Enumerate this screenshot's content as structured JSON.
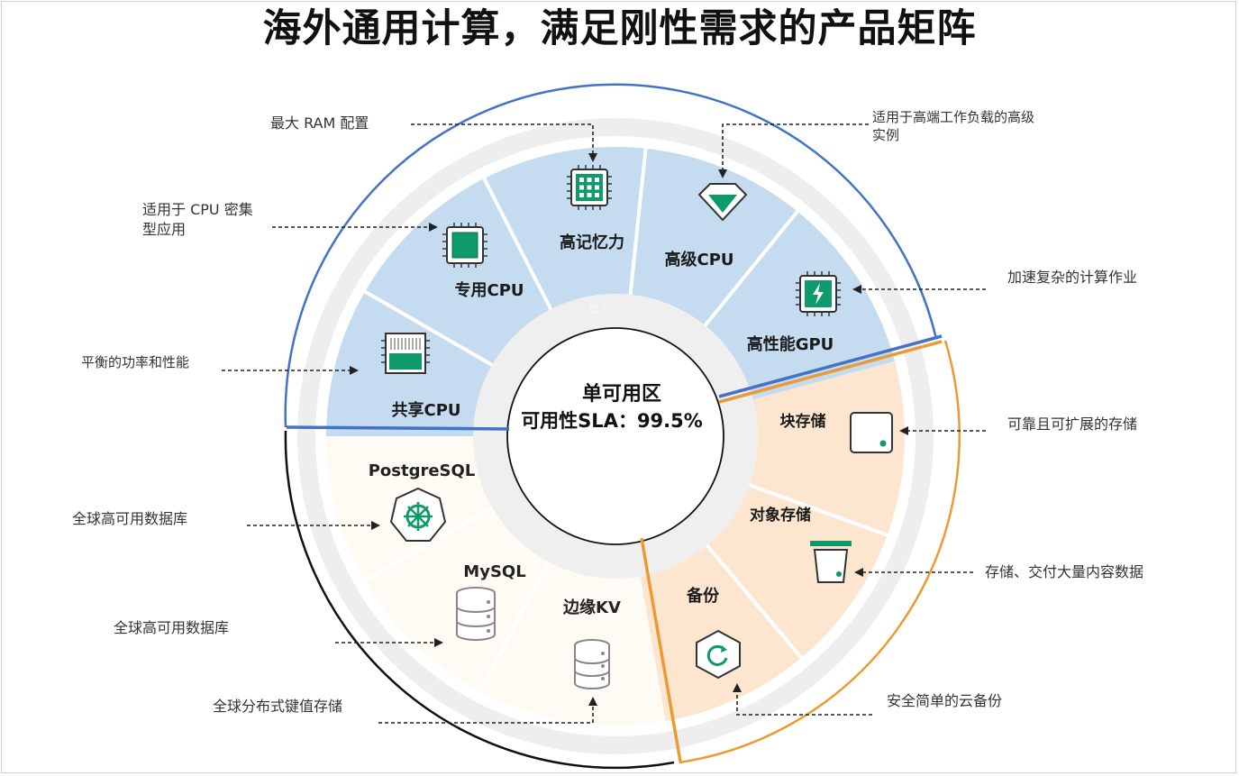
{
  "title": "海外通用计算，满足刚性需求的产品矩阵",
  "center": {
    "line1": "单可用区",
    "line2": "可用性SLA：99.5%"
  },
  "compute": {
    "shared_cpu": "共享CPU",
    "dedicated_cpu": "专用CPU",
    "high_memory": "高记忆力",
    "premium_cpu": "高级CPU",
    "gpu": "高性能GPU"
  },
  "storage": {
    "block": "块存储",
    "object": "对象存储",
    "backup": "备份"
  },
  "database": {
    "postgresql": "PostgreSQL",
    "mysql": "MySQL",
    "edge_kv": "边缘KV"
  },
  "annotations": {
    "max_ram": "最大 RAM 配置",
    "high_end": [
      "适用于高端工作负载的高级",
      "实例"
    ],
    "cpu_intensive": [
      "适用于 CPU 密集",
      "型应用"
    ],
    "accelerate": "加速复杂的计算作业",
    "balance": "平衡的功率和性能",
    "reliable_storage": "可靠且可扩展的存储",
    "global_db_1": "全球高可用数据库",
    "deliver_content": "存储、交付大量内容数据",
    "global_db_2": "全球高可用数据库",
    "secure_backup": "安全简单的云备份",
    "global_kv": "全球分布式键值存储"
  },
  "colors": {
    "compute_fill": "#c5dcf0",
    "storage_fill": "#fde6d0",
    "database_fill": "#fdfbf3",
    "compute_border": "#4472c4",
    "storage_border": "#ed9a35",
    "database_border": "#111111",
    "icon_green": "#0e9a6a",
    "ring_grey": "#eeeeee"
  }
}
